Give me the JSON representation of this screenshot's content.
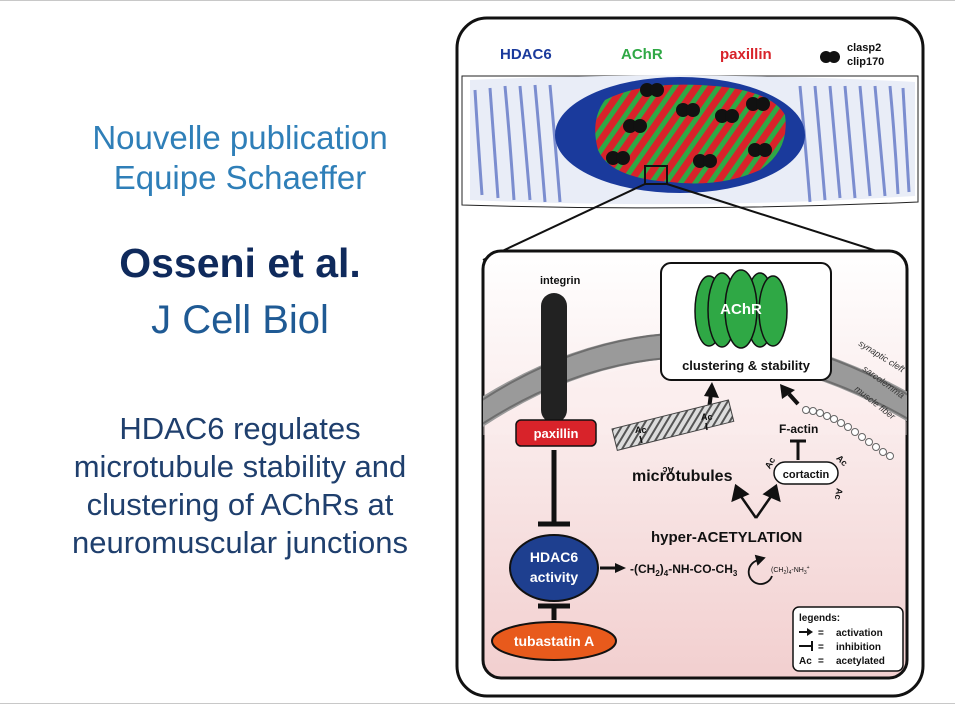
{
  "slide": {
    "announcement_line1": "Nouvelle publication",
    "announcement_line2": "Equipe Schaeffer",
    "authors": "Osseni et al.",
    "journal": "J Cell Biol",
    "summary_lines": [
      "HDAC6 regulates",
      "microtubule stability and",
      "clustering of AChRs at",
      "neuromuscular junctions"
    ]
  },
  "figure": {
    "legend_top": {
      "hdac6": "HDAC6",
      "achr": "AChR",
      "paxillin": "paxillin",
      "clasp2": "clasp2",
      "clip170": "clip170"
    },
    "membrane_labels": {
      "synaptic_cleft": "synaptic cleft",
      "sarcolemma": "sarcolemma",
      "muscle_fiber": "muscle fiber"
    },
    "nodes": {
      "integrin": "integrin",
      "paxillin": "paxillin",
      "achr": "AChR",
      "clustering": "clustering & stability",
      "f_actin": "F-actin",
      "microtubules": "microtubules",
      "cortactin": "cortactin",
      "hyper_acetylation": "hyper-ACETYLATION",
      "hdac6": "HDAC6",
      "activity": "activity",
      "tubastatin": "tubastatin A",
      "ac": "Ac"
    },
    "formula": {
      "p1": "-(CH",
      "s1": "2",
      "p2": ")",
      "s2": "4",
      "p3": "-NH-CO-CH",
      "s3": "3",
      "small": "(CH",
      "small_s1": "2",
      "small_p2": ")",
      "small_s2": "4",
      "small_p3": "-NH",
      "small_s3": "3",
      "small_sup": "+"
    },
    "legend": {
      "title": "legends:",
      "activation": "activation",
      "inhibition": "inhibition",
      "ac_symbol": "Ac",
      "acetylated": "acetylated",
      "equals": "="
    },
    "colors": {
      "hdac6": "#1a3a9c",
      "achr": "#2fa845",
      "paxillin": "#d8232a",
      "tubastatin": "#e85a1c",
      "navy": "#1e3f8f"
    }
  }
}
